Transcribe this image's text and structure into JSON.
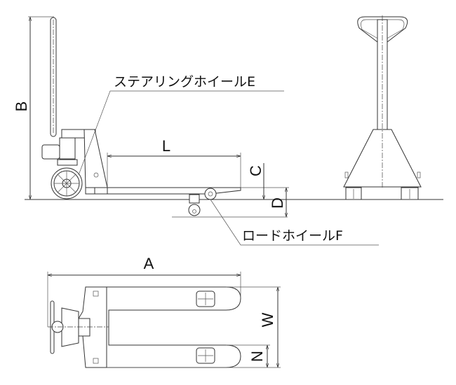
{
  "labels": {
    "A": "A",
    "B": "B",
    "C": "C",
    "D": "D",
    "L": "L",
    "W": "W",
    "N": "N"
  },
  "callouts": {
    "steering_wheel": "ステアリングホイールE",
    "load_wheel": "ロードホイールF"
  }
}
